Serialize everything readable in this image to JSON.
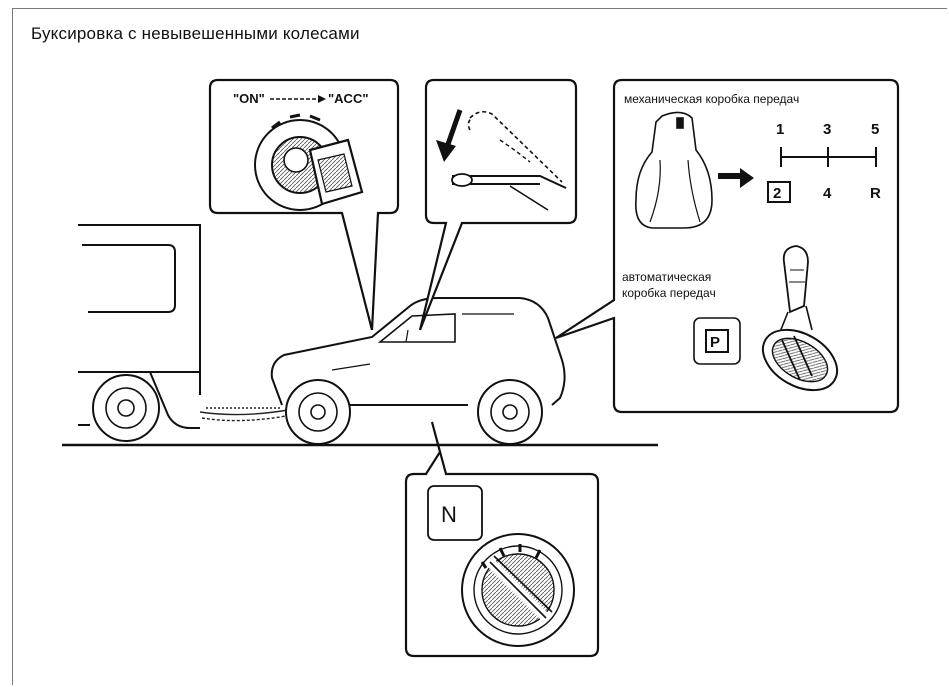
{
  "title": "Буксировка с невывешенными колесами",
  "ignition": {
    "from": "\"ON\"",
    "to": "\"ACC\""
  },
  "manual": {
    "label": "механическая коробка передач",
    "gears_top": [
      "1",
      "3",
      "5"
    ],
    "gears_bottom": [
      "2",
      "4",
      "R"
    ]
  },
  "automatic": {
    "label_line1": "автоматическая",
    "label_line2": "коробка передач",
    "position": "P"
  },
  "transfer": {
    "position": "N"
  }
}
